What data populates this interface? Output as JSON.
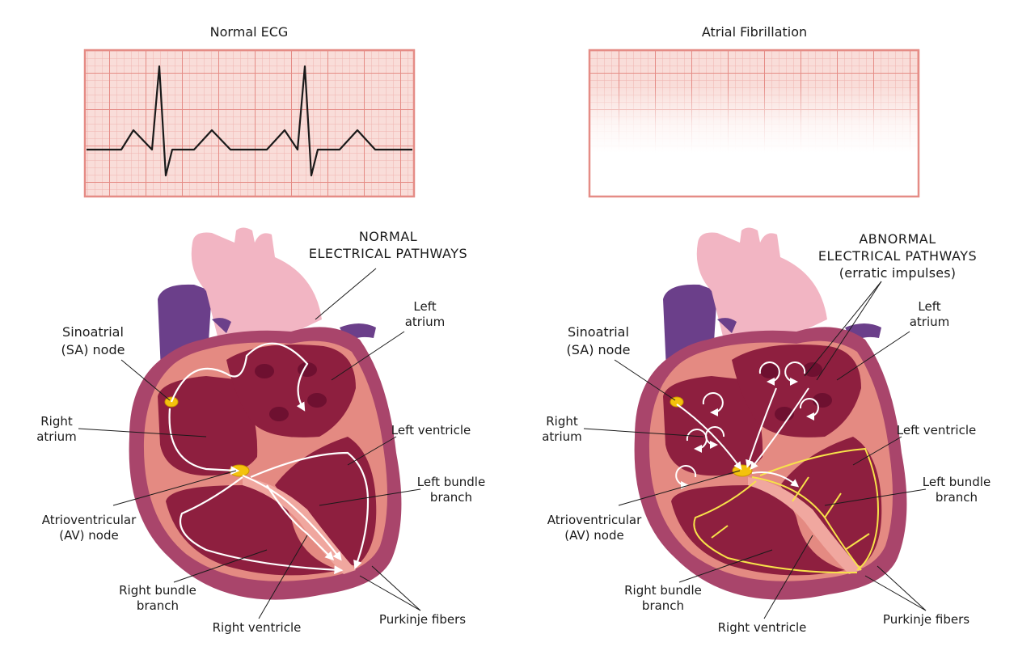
{
  "left_panel": {
    "ecg_title": "Normal ECG",
    "pathway_title_line1": "NORMAL",
    "pathway_title_line2": "ELECTRICAL PATHWAYS",
    "labels": {
      "sa_line1": "Sinoatrial",
      "sa_line2": "(SA) node",
      "right_atrium_line1": "Right",
      "right_atrium_line2": "atrium",
      "av_line1": "Atrioventricular",
      "av_line2": "(AV) node",
      "rbb_line1": "Right bundle",
      "rbb_line2": "branch",
      "right_ventricle": "Right ventricle",
      "purkinje": "Purkinje fibers",
      "left_atrium_line1": "Left",
      "left_atrium_line2": "atrium",
      "left_ventricle": "Left ventricle",
      "lbb_line1": "Left bundle",
      "lbb_line2": "branch"
    }
  },
  "right_panel": {
    "ecg_title": "Atrial Fibrillation",
    "pathway_title_line1": "ABNORMAL",
    "pathway_title_line2": "ELECTRICAL PATHWAYS",
    "pathway_title_line3": "(erratic impulses)",
    "labels": {
      "sa_line1": "Sinoatrial",
      "sa_line2": "(SA) node",
      "right_atrium_line1": "Right",
      "right_atrium_line2": "atrium",
      "av_line1": "Atrioventricular",
      "av_line2": "(AV) node",
      "rbb_line1": "Right bundle",
      "rbb_line2": "branch",
      "right_ventricle": "Right ventricle",
      "purkinje": "Purkinje fibers",
      "left_atrium_line1": "Left",
      "left_atrium_line2": "atrium",
      "left_ventricle": "Left ventricle",
      "lbb_line1": "Left bundle",
      "lbb_line2": "branch"
    }
  },
  "colors": {
    "ecg_grid_bg": "#f7d6d2",
    "ecg_grid_major": "#e89a95",
    "ecg_grid_minor": "#f0b9b4",
    "heart_outer": "#b04a6e",
    "heart_muscle": "#e48a82",
    "chamber": "#8e1f3f",
    "vessel_purple": "#6b3f8a",
    "aorta_pink": "#f2b5c3",
    "node_yellow": "#f4c20d",
    "pathway_white": "#ffffff",
    "purkinje_yellow": "#f7e24a"
  }
}
